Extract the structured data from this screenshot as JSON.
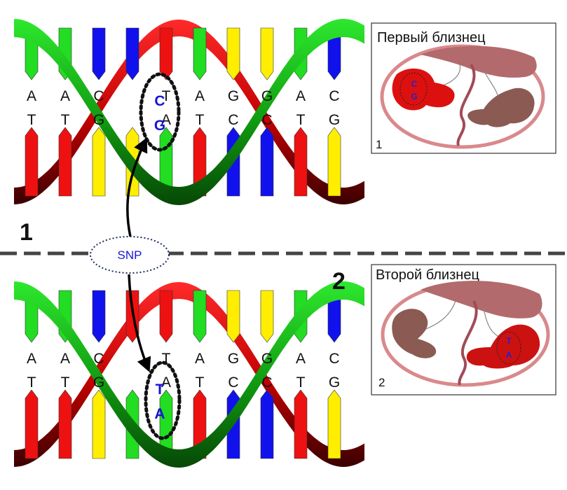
{
  "colors": {
    "A": "#22dd22",
    "T": "#ee1111",
    "C": "#1111ee",
    "G": "#ffee00",
    "backbone_green": "#1fb81f",
    "backbone_red": "#cc1111",
    "snp_text": "#1515d6",
    "placenta": "#b76a6a",
    "uterus": "#d88f8f"
  },
  "helix_1": {
    "label": "1",
    "top_strand": [
      "A",
      "A",
      "C",
      "C",
      "T",
      "A",
      "G",
      "G",
      "A",
      "C"
    ],
    "bottom_strand": [
      "T",
      "T",
      "G",
      "G",
      "A",
      "T",
      "C",
      "C",
      "T",
      "G"
    ],
    "snp_pair": {
      "top": "C",
      "bottom": "G"
    }
  },
  "helix_2": {
    "label": "2",
    "top_strand": [
      "A",
      "A",
      "C",
      "T",
      "T",
      "A",
      "G",
      "G",
      "A",
      "C"
    ],
    "bottom_strand": [
      "T",
      "T",
      "G",
      "A",
      "A",
      "T",
      "C",
      "C",
      "T",
      "G"
    ],
    "snp_pair": {
      "top": "T",
      "bottom": "A"
    }
  },
  "snp_bubble": {
    "label": "SNP"
  },
  "panel_1": {
    "title": "Первый близнец",
    "number": "1",
    "embryo_letters": [
      "C",
      "G"
    ]
  },
  "panel_2": {
    "title": "Второй близнец",
    "number": "2",
    "embryo_letters": [
      "T",
      "A"
    ]
  }
}
